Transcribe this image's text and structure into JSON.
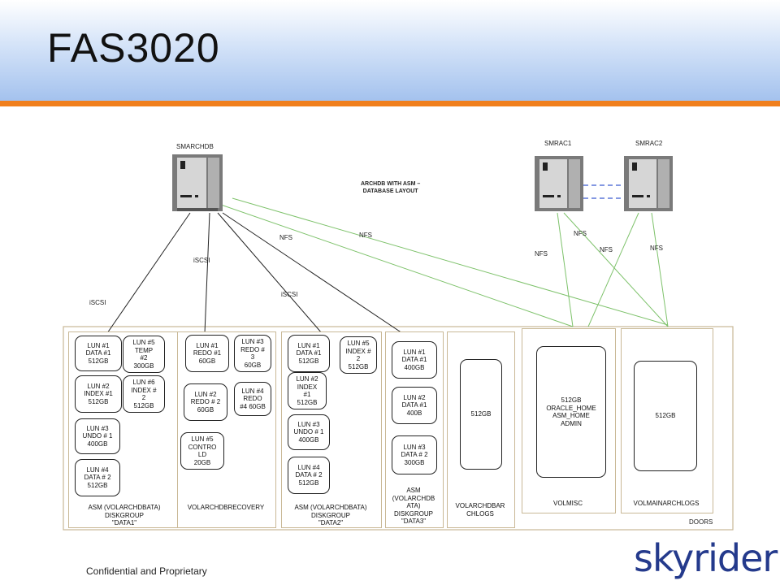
{
  "slide": {
    "title": "FAS3020",
    "footer": "Confidential and Proprietary",
    "logo_text": "skyrider",
    "accent_color": "#f07f1d",
    "logo_color": "#243a8c"
  },
  "servers": {
    "smarchdb": "SMARCHDB",
    "smrac1": "SMRAC1",
    "smrac2": "SMRAC2"
  },
  "diagram": {
    "caption": "ARCHDB WITH ASM –\nDATABASE LAYOUT",
    "connections": {
      "iscsi_1": "iSCSI",
      "iscsi_2": "iSCSI",
      "iscsi_3": "iSCSI",
      "nfs_1": "NFS",
      "nfs_2": "NFS",
      "nfs_3": "NFS",
      "nfs_4": "NFS",
      "nfs_5": "NFS",
      "nfs_6": "NFS"
    },
    "outer_label": "DOORS"
  },
  "groups": {
    "data1": {
      "label": "ASM  (VOLARCHDBATA)\nDISKGROUP\n\"DATA1\"",
      "luns": [
        "LUN #1\nDATA #1\n512GB",
        "LUN #5\nTEMP\n#2\n300GB",
        "LUN #2\nINDEX #1\n512GB",
        "LUN #6\nINDEX #\n2\n512GB",
        "LUN #3\nUNDO # 1\n400GB",
        "LUN #4\nDATA # 2\n512GB"
      ]
    },
    "recovery": {
      "label": "VOLARCHDBRECOVERY",
      "luns": [
        "LUN #1\nREDO #1\n60GB",
        "LUN #3\nREDO #\n3\n60GB",
        "LUN #2\nREDO # 2\n60GB",
        "LUN #4\nREDO\n#4 60GB",
        "LUN #5\nCONTRO\nLD\n20GB"
      ]
    },
    "data2": {
      "label": "ASM  (VOLARCHDBATA)\nDISKGROUP\n\"DATA2\"",
      "luns": [
        "LUN #1\nDATA #1\n512GB",
        "LUN #5\nINDEX #\n2\n512GB",
        "LUN #2\nINDEX\n#1\n512GB",
        "LUN #3\nUNDO # 1\n400GB",
        "LUN #4\nDATA # 2\n512GB"
      ]
    },
    "data3": {
      "label": "ASM\n(VOLARCHDB\nATA)\nDISKGROUP\n\"DATA3\"",
      "luns": [
        "LUN #1\nDATA #1\n400GB",
        "LUN #2\nDATA #1\n400B",
        "LUN #3\nDATA # 2\n300GB"
      ]
    },
    "barchlogs": {
      "label": "VOLARCHDBAR\nCHLOGS",
      "luns": [
        "512GB"
      ]
    },
    "volmisc": {
      "label": "VOLMISC",
      "luns": [
        "512GB\nORACLE_HOME\nASM_HOME\nADMIN"
      ]
    },
    "volmainarchlogs": {
      "label": "VOLMAINARCHLOGS",
      "luns": [
        "512GB"
      ]
    }
  }
}
